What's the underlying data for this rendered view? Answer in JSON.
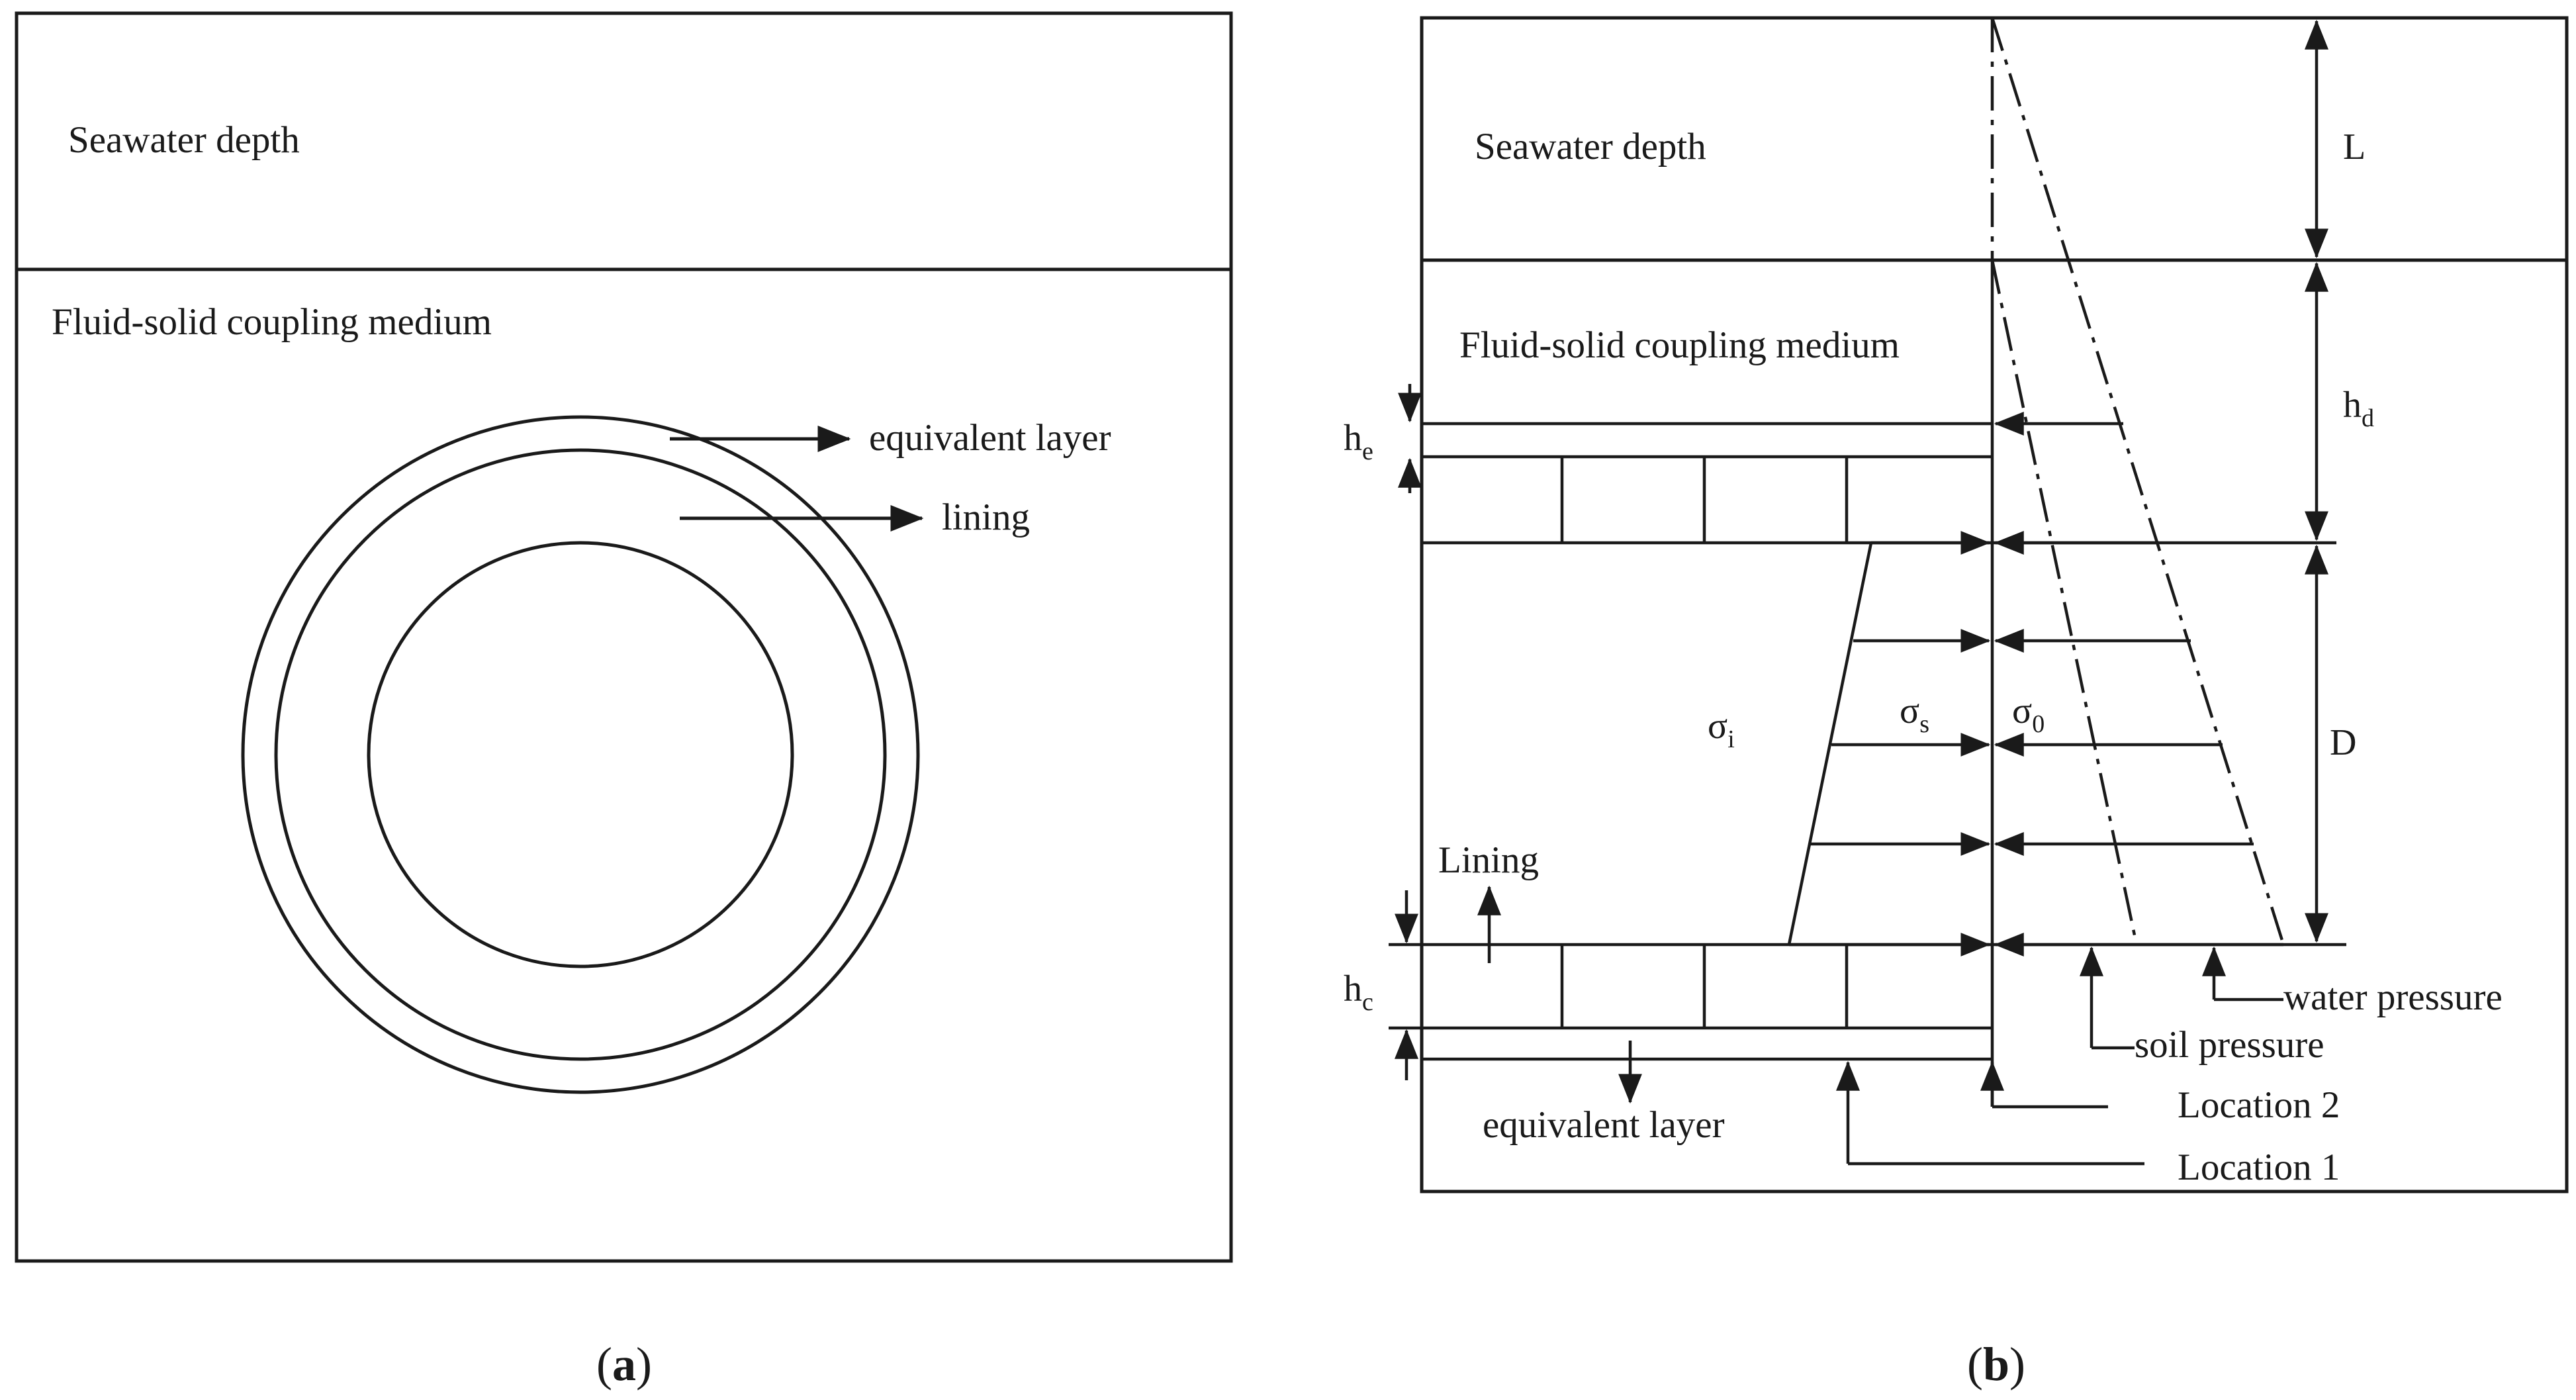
{
  "panel_a": {
    "seawater_label": "Seawater depth",
    "medium_label": "Fluid-solid coupling medium",
    "equivalent_layer_label": "equivalent layer",
    "lining_label": "lining",
    "caption_open": "(",
    "caption_letter": "a",
    "caption_close": ")"
  },
  "panel_b": {
    "seawater_label": "Seawater depth",
    "medium_label": "Fluid-solid coupling medium",
    "L_label": "L",
    "hd_main": "h",
    "hd_sub": "d",
    "D_label": "D",
    "he_main": "h",
    "he_sub": "e",
    "hc_main": "h",
    "hc_sub": "c",
    "sigma_i_main": "σ",
    "sigma_i_sub": "i",
    "sigma_s_main": "σ",
    "sigma_s_sub": "s",
    "sigma_0_main": "σ",
    "sigma_0_sub": "0",
    "lining_label": "Lining",
    "equivalent_layer_label": "equivalent layer",
    "water_pressure_label": "water pressure",
    "soil_pressure_label": "soil pressure",
    "location2_label": "Location 2",
    "location1_label": "Location 1",
    "caption_open": "(",
    "caption_letter": "b",
    "caption_close": ")"
  }
}
